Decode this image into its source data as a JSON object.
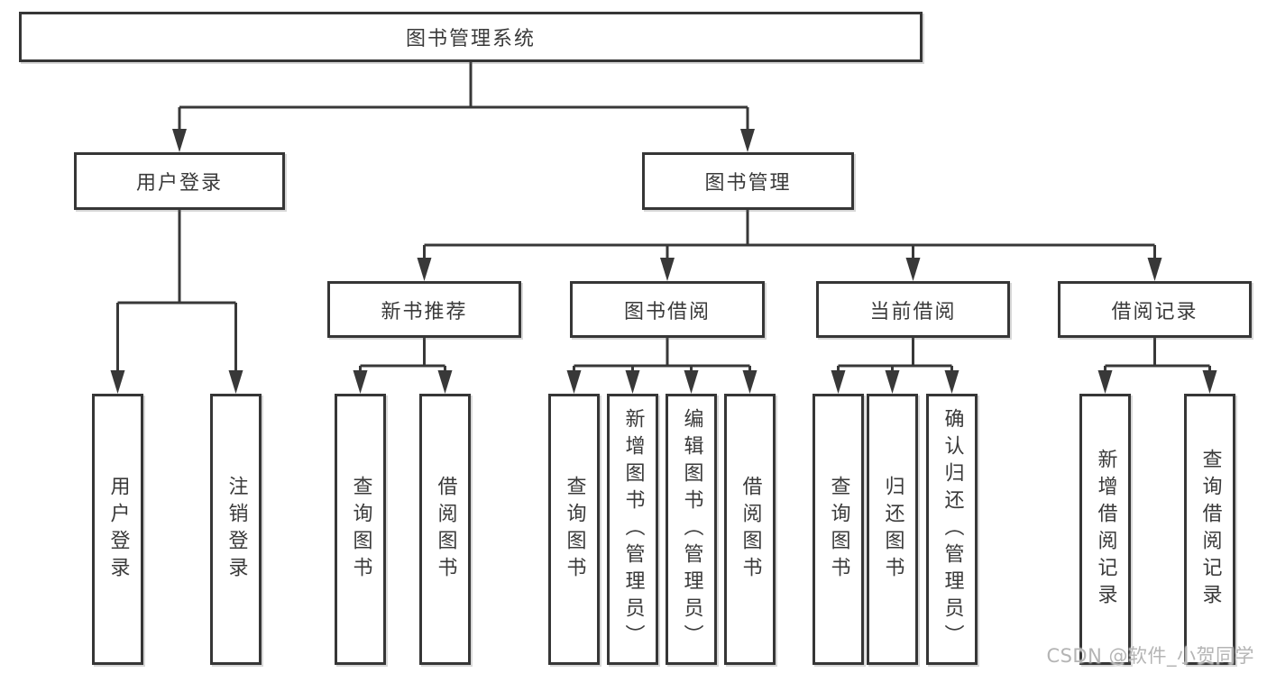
{
  "diagram": {
    "root": {
      "label": "图书管理系统"
    },
    "branches": [
      {
        "label": "用户登录",
        "children": [
          {
            "label": "用户登录"
          },
          {
            "label": "注销登录"
          }
        ]
      },
      {
        "label": "图书管理",
        "children": [
          {
            "label": "新书推荐",
            "children": [
              {
                "label": "查询图书"
              },
              {
                "label": "借阅图书"
              }
            ]
          },
          {
            "label": "图书借阅",
            "children": [
              {
                "label": "查询图书"
              },
              {
                "label": "新增图书（管理员）"
              },
              {
                "label": "编辑图书（管理员）"
              },
              {
                "label": "借阅图书"
              }
            ]
          },
          {
            "label": "当前借阅",
            "children": [
              {
                "label": "查询图书"
              },
              {
                "label": "归还图书"
              },
              {
                "label": "确认归还（管理员）"
              }
            ]
          },
          {
            "label": "借阅记录",
            "children": [
              {
                "label": "新增借阅记录"
              },
              {
                "label": "查询借阅记录"
              }
            ]
          }
        ]
      }
    ]
  },
  "watermark": {
    "text": "CSDN @软件_小贺同学"
  },
  "colors": {
    "line": "#383838",
    "text": "#3a3a3a",
    "box_background": "#ffffff",
    "page_background": "#ffffff",
    "watermark": "#b4b4b4"
  }
}
